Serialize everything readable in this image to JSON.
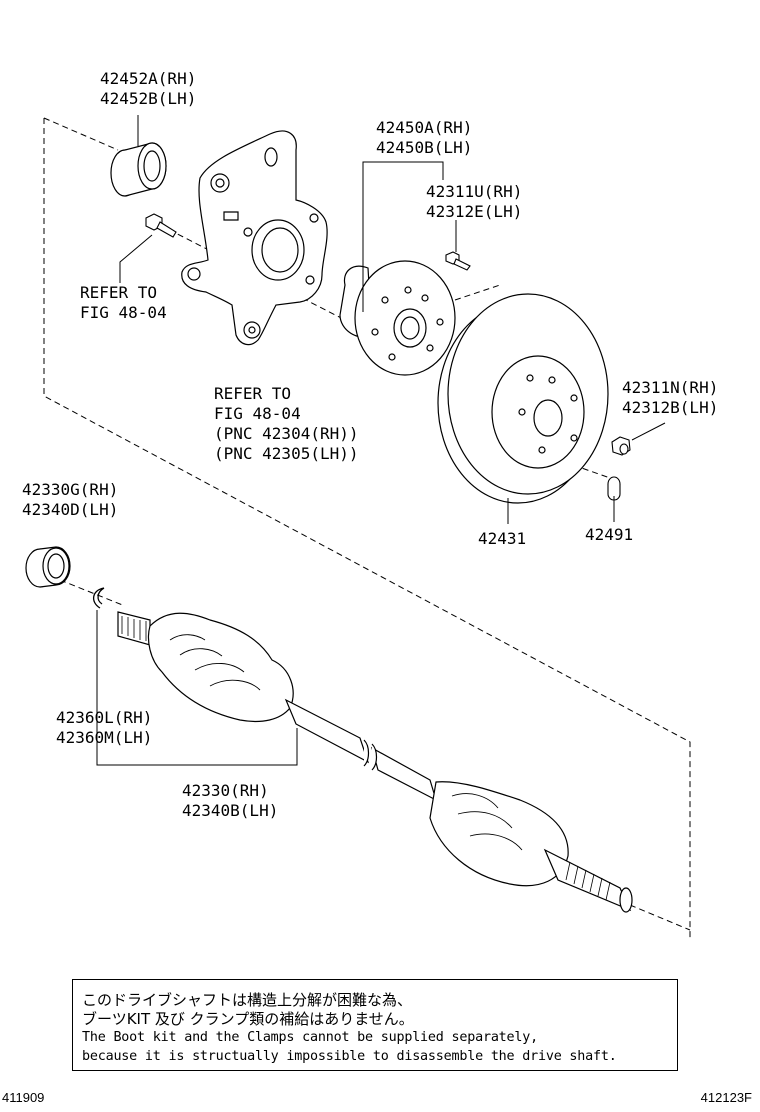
{
  "labels": {
    "p42452": [
      "42452A(RH)",
      "42452B(LH)"
    ],
    "p42450": [
      "42450A(RH)",
      "42450B(LH)"
    ],
    "p42311u": [
      "42311U(RH)",
      "42312E(LH)"
    ],
    "refer1": [
      "REFER TO",
      "FIG 48-04"
    ],
    "refer2": [
      "REFER TO",
      "FIG 48-04",
      "(PNC 42304(RH))",
      "(PNC 42305(LH))"
    ],
    "p42311n": [
      "42311N(RH)",
      "42312B(LH)"
    ],
    "p42431": "42431",
    "p42491": "42491",
    "p42330g": [
      "42330G(RH)",
      "42340D(LH)"
    ],
    "p42360": [
      "42360L(RH)",
      "42360M(LH)"
    ],
    "p42330": [
      "42330(RH)",
      "42340B(LH)"
    ]
  },
  "note": {
    "ja_line1": "このドライブシャフトは構造上分解が困難な為、",
    "ja_line2": "ブーツKIT 及び クランプ類の補給はありません。",
    "en_line1": "The Boot kit and the Clamps cannot be supplied separately,",
    "en_line2": "because it is structually impossible to disassemble the drive shaft."
  },
  "footer": {
    "left_code": "411909",
    "right_code": "412123F"
  }
}
